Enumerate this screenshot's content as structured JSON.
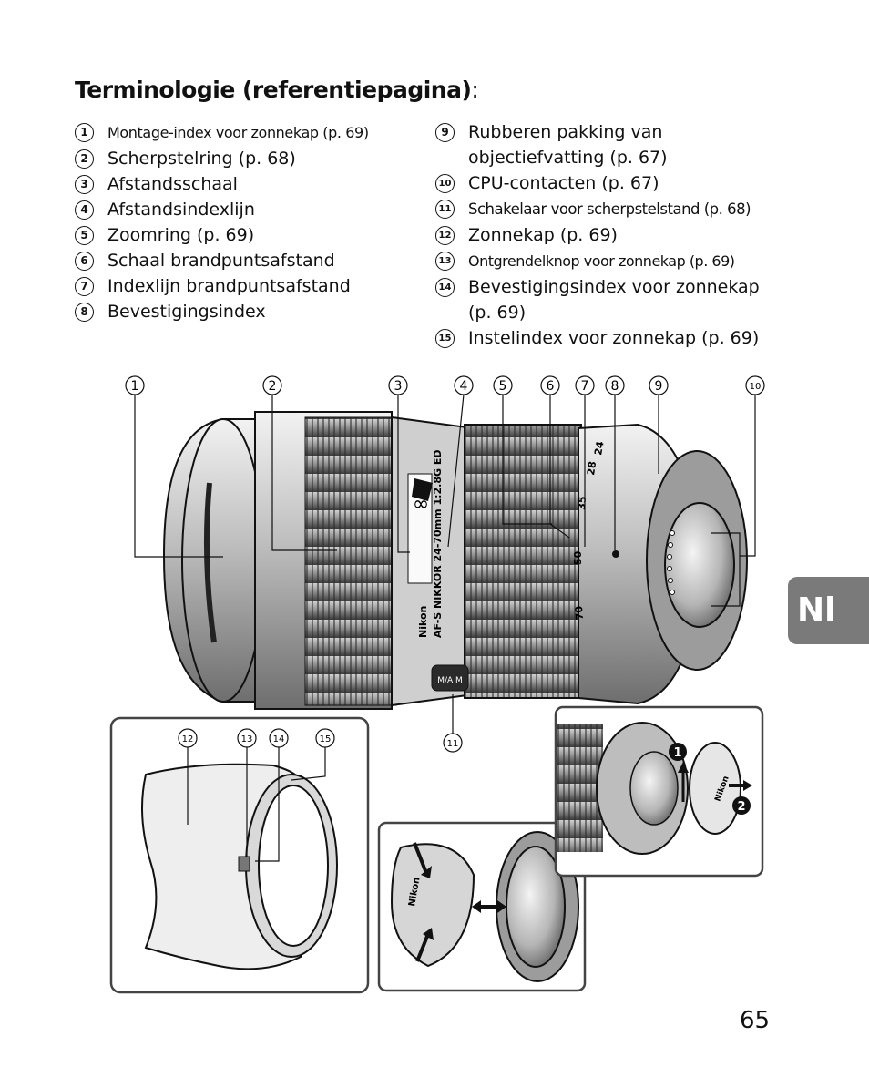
{
  "header": {
    "title": "Terminologie (referentiepagina)",
    "colon": ":"
  },
  "left_items": [
    {
      "num": "1",
      "text": "Montage-index voor zonnekap (p. 69)"
    },
    {
      "num": "2",
      "text": "Scherpstelring (p. 68)"
    },
    {
      "num": "3",
      "text": "Afstandsschaal"
    },
    {
      "num": "4",
      "text": "Afstandsindexlijn"
    },
    {
      "num": "5",
      "text": "Zoomring (p. 69)"
    },
    {
      "num": "6",
      "text": "Schaal brandpuntsafstand"
    },
    {
      "num": "7",
      "text": "Indexlijn brandpuntsafstand"
    },
    {
      "num": "8",
      "text": "Bevestigingsindex"
    }
  ],
  "right_items": [
    {
      "num": "9",
      "text": "Rubberen pakking van",
      "text2": "objectiefvatting (p. 67)"
    },
    {
      "num": "10",
      "text": "CPU-contacten (p. 67)"
    },
    {
      "num": "11",
      "text": "Schakelaar voor scherpstelstand (p. 68)"
    },
    {
      "num": "12",
      "text": "Zonnekap (p. 69)"
    },
    {
      "num": "13",
      "text": "Ontgrendelknop voor zonnekap (p. 69)"
    },
    {
      "num": "14",
      "text": "Bevestigingsindex voor zonnekap",
      "text2": "(p. 69)"
    },
    {
      "num": "15",
      "text": "Instelindex voor zonnekap (p. 69)"
    }
  ],
  "figure": {
    "callouts_top": [
      "1",
      "2",
      "3",
      "4",
      "5",
      "6",
      "7",
      "8",
      "9",
      "10"
    ],
    "callout_11": "11",
    "hood_callouts": [
      "12",
      "13",
      "14",
      "15"
    ],
    "lens_print": {
      "brand": "Nikon",
      "model": "AF-S NIKKOR 24-70mm 1:2.8G ED",
      "focal_marks": [
        "24",
        "28",
        "35",
        "50",
        "70"
      ],
      "switch": "M/A  M"
    },
    "cap_brand": "Nikon",
    "rear_cap_brand": "Nikon",
    "steps": [
      "1",
      "2"
    ]
  },
  "side_tab": "Nl",
  "page_number": "65"
}
